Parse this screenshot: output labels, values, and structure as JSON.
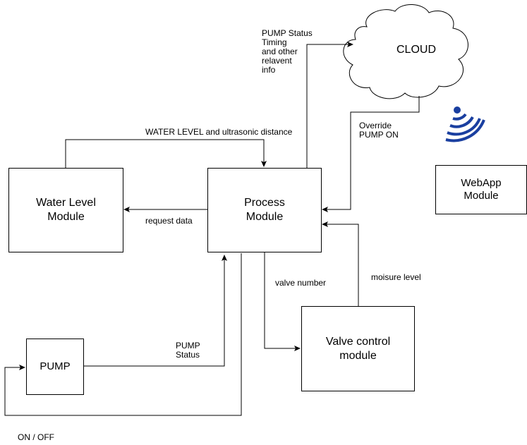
{
  "nodes": {
    "water_level": "Water Level\nModule",
    "process": "Process\nModule",
    "valve_control": "Valve control\nmodule",
    "pump": "PUMP",
    "webapp": "WebApp\nModule",
    "cloud": "CLOUD"
  },
  "edges": {
    "water_level_distance": "WATER LEVEL and ultrasonic distance",
    "request_data": "request data",
    "pump_status_timing": "PUMP Status\nTiming\nand other\nrelavent\ninfo",
    "override_pump_on": "Override\nPUMP ON",
    "valve_number": "valve number",
    "moisure_level": "moisure level",
    "pump_status": "PUMP\nStatus",
    "on_off": "ON / OFF"
  },
  "colors": {
    "wifi_icon": "#1a3fa0"
  },
  "icons": [
    "wifi-icon"
  ]
}
